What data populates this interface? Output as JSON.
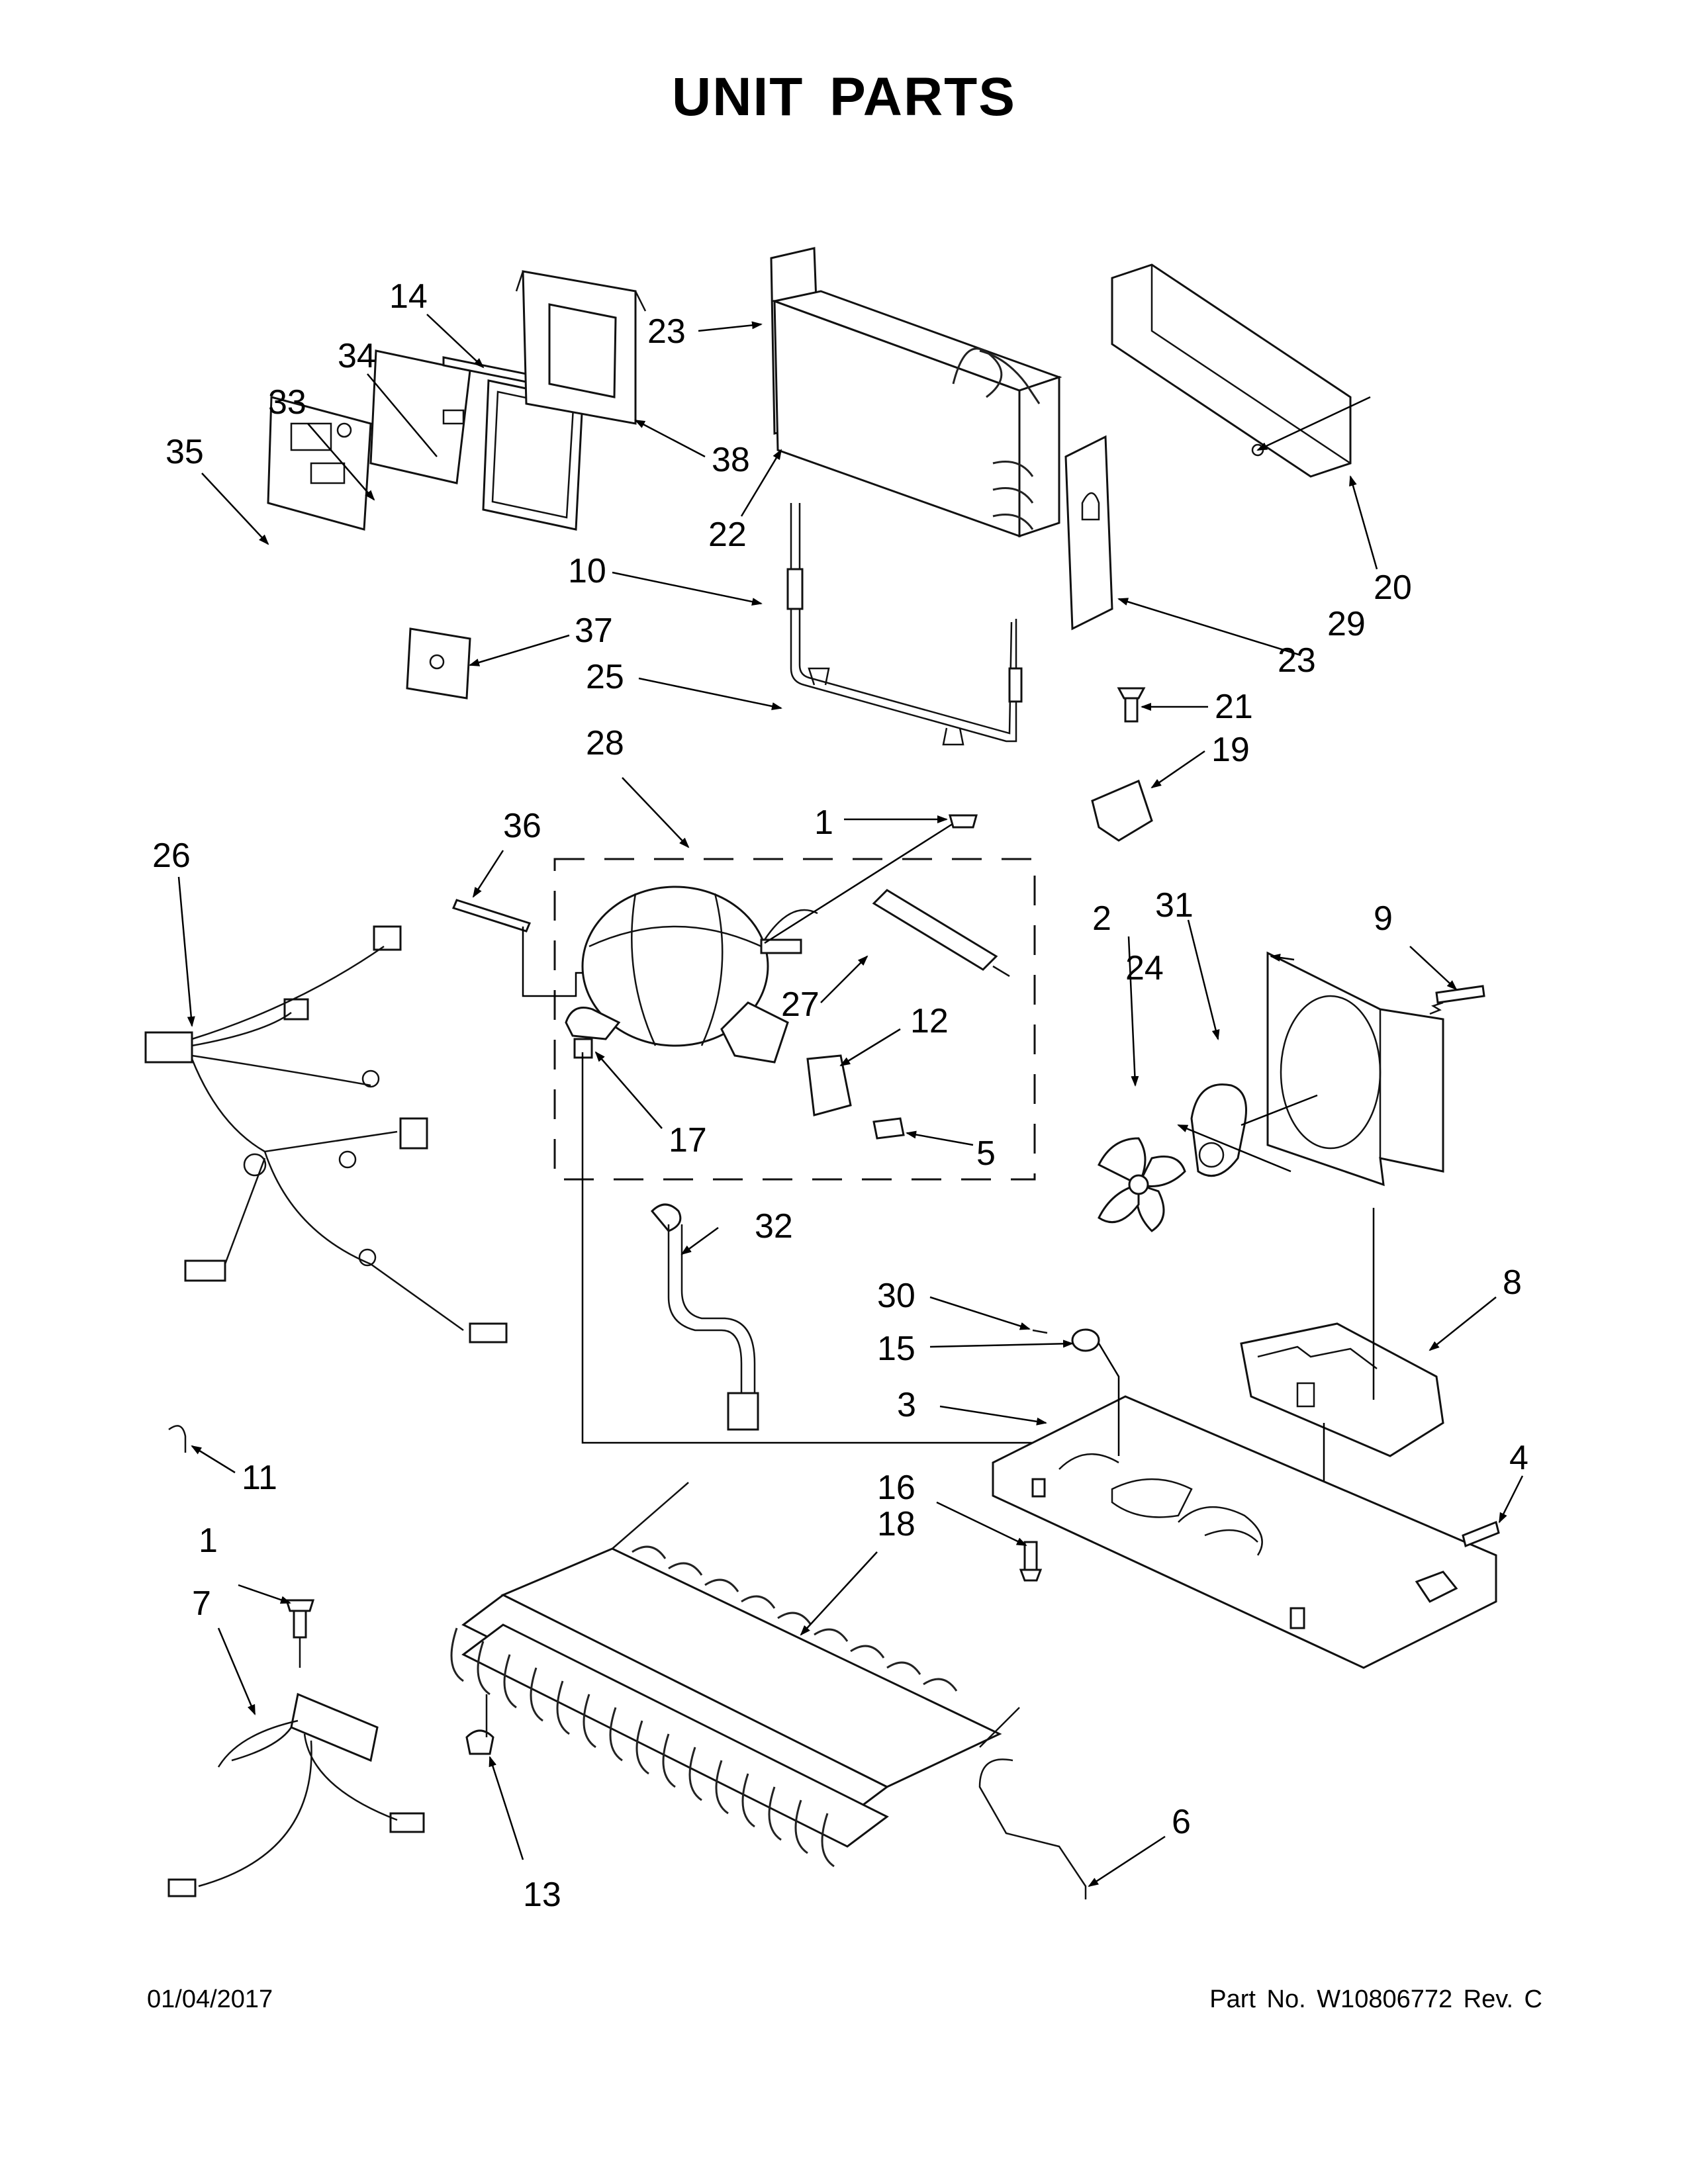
{
  "title": "UNIT PARTS",
  "footer": {
    "date": "01/04/2017",
    "part_number": "Part No.  W10806772  Rev.  C"
  },
  "callouts": [
    "1",
    "2",
    "3",
    "4",
    "5",
    "6",
    "7",
    "8",
    "9",
    "10",
    "11",
    "12",
    "13",
    "14",
    "15",
    "16",
    "17",
    "18",
    "19",
    "20",
    "21",
    "22",
    "23",
    "24",
    "25",
    "26",
    "27",
    "28",
    "29",
    "30",
    "31",
    "32",
    "33",
    "34",
    "35",
    "36",
    "37",
    "38"
  ]
}
